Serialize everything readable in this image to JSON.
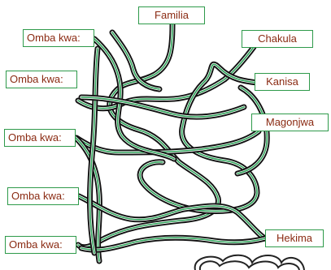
{
  "labels": {
    "familia": "Familia",
    "chakula": "Chakula",
    "kanisa": "Kanisa",
    "magonjwa": "Magonjwa",
    "hekima": "Hekima",
    "omba": "Omba kwa:"
  },
  "colors": {
    "label_border": "#2e9a4a",
    "label_text": "#8a2a12",
    "path_outline": "#111111",
    "path_center": "#2fa45a"
  }
}
